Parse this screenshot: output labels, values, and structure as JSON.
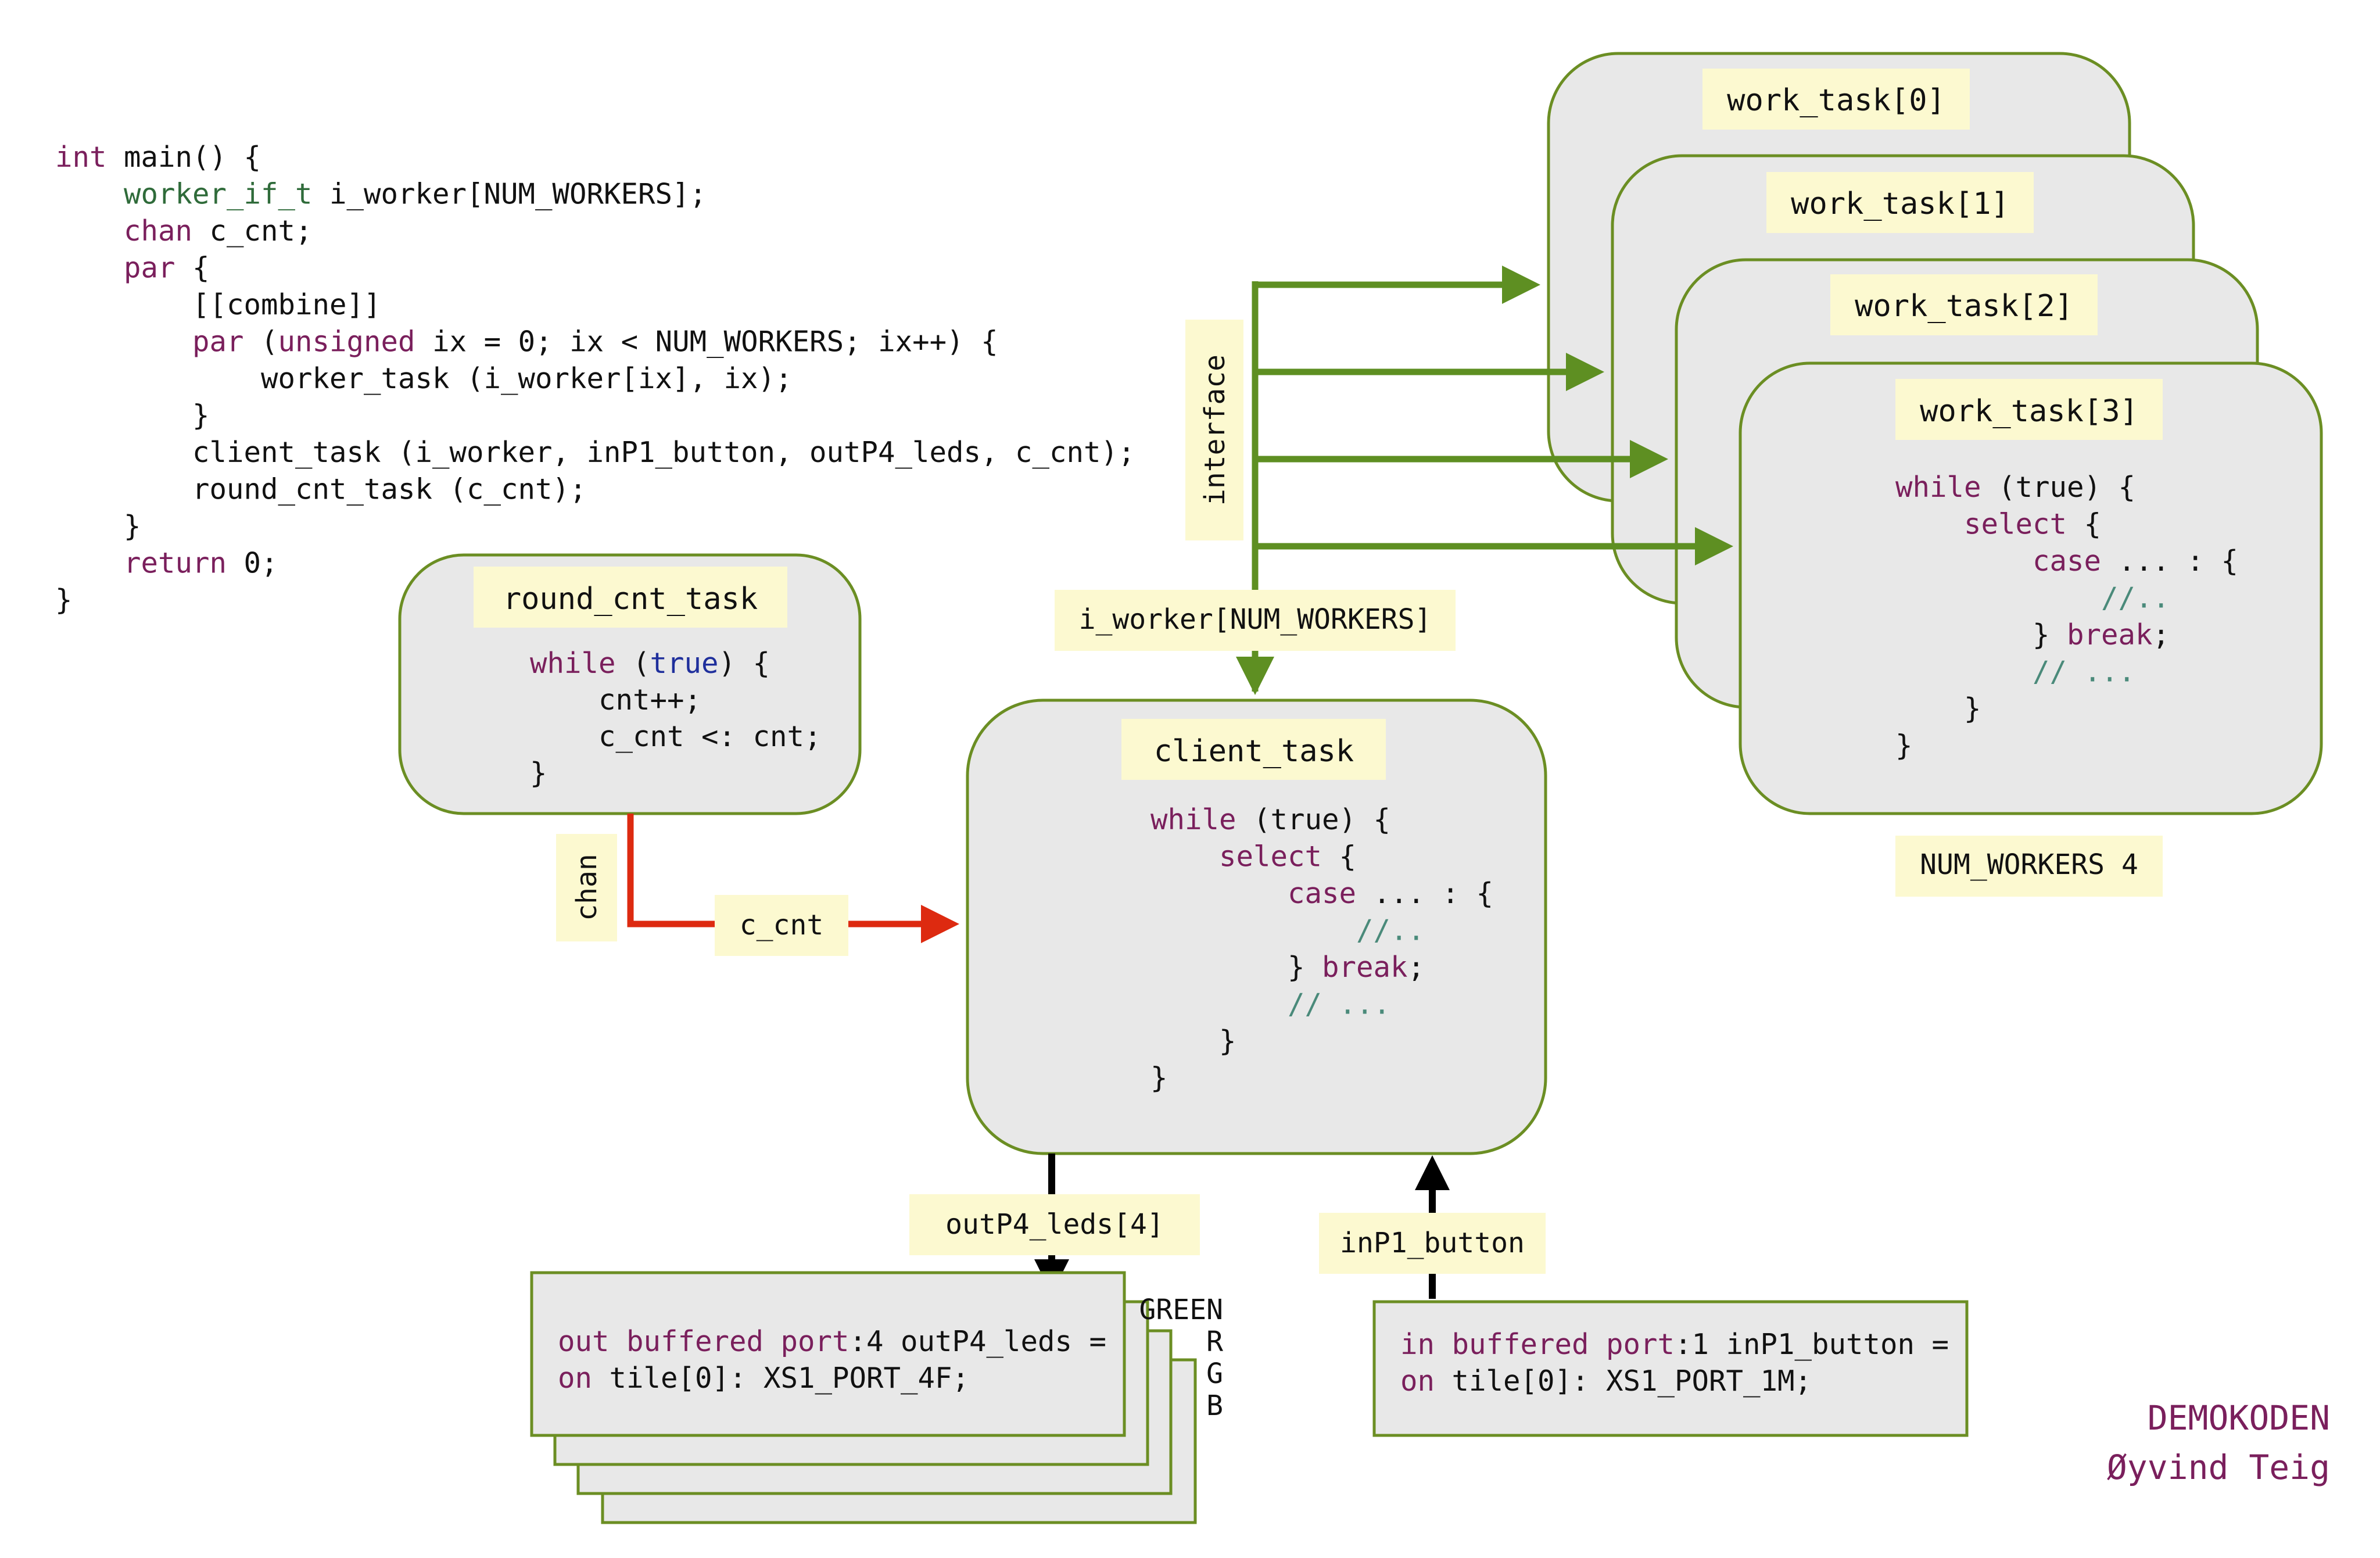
{
  "main_code": {
    "lines": [
      [
        {
          "t": "int",
          "c": "kw"
        },
        {
          "t": " main() {",
          "c": "plain"
        }
      ],
      [
        {
          "t": "    ",
          "c": "plain"
        },
        {
          "t": "worker_if_t",
          "c": "ty"
        },
        {
          "t": " i_worker[NUM_WORKERS];",
          "c": "plain"
        }
      ],
      [
        {
          "t": "    ",
          "c": "plain"
        },
        {
          "t": "chan",
          "c": "kw"
        },
        {
          "t": " c_cnt;",
          "c": "plain"
        }
      ],
      [
        {
          "t": "    ",
          "c": "plain"
        },
        {
          "t": "par",
          "c": "kw"
        },
        {
          "t": " {",
          "c": "plain"
        }
      ],
      [
        {
          "t": "        [[combine]]",
          "c": "plain"
        }
      ],
      [
        {
          "t": "        ",
          "c": "plain"
        },
        {
          "t": "par",
          "c": "kw"
        },
        {
          "t": " (",
          "c": "plain"
        },
        {
          "t": "unsigned",
          "c": "kw"
        },
        {
          "t": " ix = 0; ix < NUM_WORKERS; ix++) {",
          "c": "plain"
        }
      ],
      [
        {
          "t": "            worker_task (i_worker[ix], ix);",
          "c": "plain"
        }
      ],
      [
        {
          "t": "        }",
          "c": "plain"
        }
      ],
      [
        {
          "t": "        client_task (i_worker, inP1_button, outP4_leds, c_cnt);",
          "c": "plain"
        }
      ],
      [
        {
          "t": "        round_cnt_task (c_cnt);",
          "c": "plain"
        }
      ],
      [
        {
          "t": "    }",
          "c": "plain"
        }
      ],
      [
        {
          "t": "    ",
          "c": "plain"
        },
        {
          "t": "return",
          "c": "kw"
        },
        {
          "t": " 0;",
          "c": "plain"
        }
      ],
      [
        {
          "t": "}",
          "c": "plain"
        }
      ]
    ]
  },
  "round_cnt_task": {
    "title": "round_cnt_task",
    "lines": [
      [
        {
          "t": "while",
          "c": "kw"
        },
        {
          "t": " (",
          "c": "plain"
        },
        {
          "t": "true",
          "c": "bl"
        },
        {
          "t": ") {",
          "c": "plain"
        }
      ],
      [
        {
          "t": "    cnt++;",
          "c": "plain"
        }
      ],
      [
        {
          "t": "    c_cnt <: cnt;",
          "c": "plain"
        }
      ],
      [
        {
          "t": "}",
          "c": "plain"
        }
      ]
    ]
  },
  "client_task": {
    "title": "client_task",
    "lines": [
      [
        {
          "t": "while",
          "c": "kw"
        },
        {
          "t": " (true) {",
          "c": "plain"
        }
      ],
      [
        {
          "t": "    ",
          "c": "plain"
        },
        {
          "t": "select",
          "c": "kw"
        },
        {
          "t": " {",
          "c": "plain"
        }
      ],
      [
        {
          "t": "        ",
          "c": "plain"
        },
        {
          "t": "case",
          "c": "kw"
        },
        {
          "t": " ... : {",
          "c": "plain"
        }
      ],
      [
        {
          "t": "            ",
          "c": "plain"
        },
        {
          "t": "//..",
          "c": "cm"
        }
      ],
      [
        {
          "t": "        } ",
          "c": "plain"
        },
        {
          "t": "break",
          "c": "kw"
        },
        {
          "t": ";",
          "c": "plain"
        }
      ],
      [
        {
          "t": "        ",
          "c": "plain"
        },
        {
          "t": "// ...",
          "c": "cm"
        }
      ],
      [
        {
          "t": "    }",
          "c": "plain"
        }
      ],
      [
        {
          "t": "}",
          "c": "plain"
        }
      ]
    ]
  },
  "workers": {
    "titles": [
      "work_task[0]",
      "work_task[1]",
      "work_task[2]",
      "work_task[3]"
    ],
    "lines": [
      [
        {
          "t": "while",
          "c": "kw"
        },
        {
          "t": " (true) {",
          "c": "plain"
        }
      ],
      [
        {
          "t": "    ",
          "c": "plain"
        },
        {
          "t": "select",
          "c": "kw"
        },
        {
          "t": " {",
          "c": "plain"
        }
      ],
      [
        {
          "t": "        ",
          "c": "plain"
        },
        {
          "t": "case",
          "c": "kw"
        },
        {
          "t": " ... : {",
          "c": "plain"
        }
      ],
      [
        {
          "t": "            ",
          "c": "plain"
        },
        {
          "t": "//..",
          "c": "cm"
        }
      ],
      [
        {
          "t": "        } ",
          "c": "plain"
        },
        {
          "t": "break",
          "c": "kw"
        },
        {
          "t": ";",
          "c": "plain"
        }
      ],
      [
        {
          "t": "        ",
          "c": "plain"
        },
        {
          "t": "// ...",
          "c": "cm"
        }
      ],
      [
        {
          "t": "    }",
          "c": "plain"
        }
      ],
      [
        {
          "t": "}",
          "c": "plain"
        }
      ]
    ],
    "count_label": "NUM_WORKERS 4"
  },
  "labels": {
    "interface": "interface",
    "i_worker": "i_worker[NUM_WORKERS]",
    "chan": "chan",
    "c_cnt": "c_cnt",
    "out_leds": "outP4_leds[4]",
    "in_button": "inP1_button"
  },
  "ports": {
    "out_lines": [
      [
        {
          "t": "out buffered port",
          "c": "kw"
        },
        {
          "t": ":4 outP4_leds =",
          "c": "plain"
        }
      ],
      [
        {
          "t": "on",
          "c": "kw"
        },
        {
          "t": " tile[0]: XS1_PORT_4F;",
          "c": "plain"
        }
      ]
    ],
    "in_lines": [
      [
        {
          "t": "in buffered port",
          "c": "kw"
        },
        {
          "t": ":1 inP1_button =",
          "c": "plain"
        }
      ],
      [
        {
          "t": "on",
          "c": "kw"
        },
        {
          "t": " tile[0]: XS1_PORT_1M;",
          "c": "plain"
        }
      ]
    ],
    "led_colors": [
      "GREEN",
      "R",
      "G",
      "B"
    ]
  },
  "signature": {
    "line1": "DEMOKODEN",
    "line2": "Øyvind Teig"
  },
  "colors": {
    "box_border": "#6b8e23",
    "box_fill": "#e8e8e8",
    "label_fill": "#fcf9d0",
    "interface_arrow": "#5e8f22",
    "chan_arrow": "#dd2a10",
    "port_arrow": "#000000"
  }
}
